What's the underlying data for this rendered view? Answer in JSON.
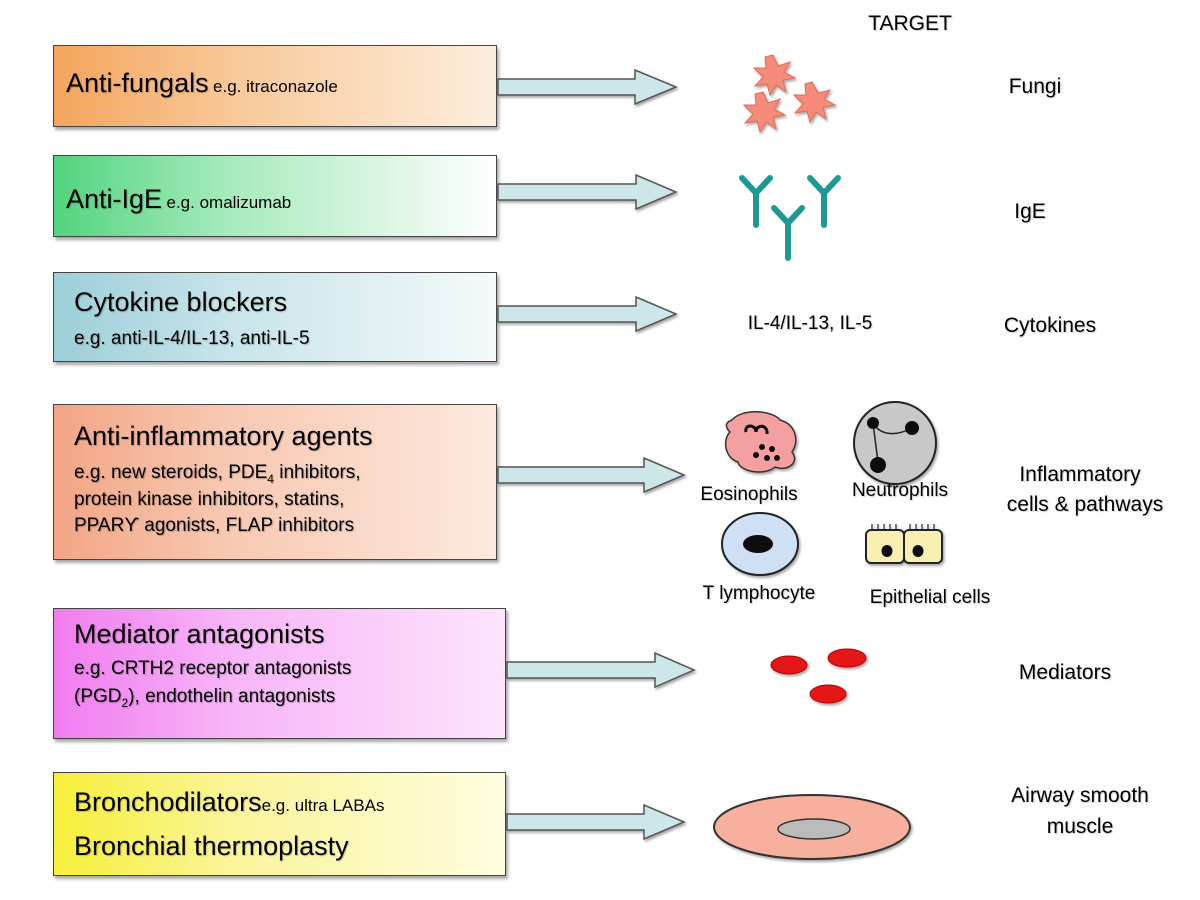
{
  "header": {
    "target": "TARGET"
  },
  "rows": [
    {
      "drug": "Anti-fungals",
      "example": "e.g. itraconazole",
      "target": "Fungi"
    },
    {
      "drug": "Anti-IgE",
      "example": "e.g. omalizumab",
      "target": "IgE"
    },
    {
      "drug": "Cytokine blockers",
      "example": "e.g. anti-IL-4/IL-13, anti-IL-5",
      "mid_label": "IL-4/IL-13, IL-5",
      "target": "Cytokines"
    },
    {
      "drug": "Anti-inflammatory agents",
      "example_lines": {
        "l1a": "e.g. new steroids, PDE",
        "l1sub": "4",
        "l1b": " inhibitors,",
        "l2": "protein kinase inhibitors, statins,",
        "l3": "PPARϒ agonists, FLAP inhibitors"
      },
      "cells": [
        "Eosinophils",
        "Neutrophils",
        "T lymphocyte",
        "Epithelial cells"
      ],
      "target_lines": [
        "Inflammatory",
        "cells & pathways"
      ]
    },
    {
      "drug": "Mediator antagonists",
      "example_lines": {
        "l1": "e.g. CRTH2 receptor antagonists",
        "l2a": "(PGD",
        "l2sub": "2",
        "l2b": "), endothelin antagonists"
      },
      "target": "Mediators"
    },
    {
      "drug": "Bronchodilators",
      "example": "e.g. ultra LABAs",
      "drug2": "Bronchial thermoplasty",
      "target_lines": [
        "Airway smooth",
        "muscle"
      ]
    }
  ],
  "colors": {
    "antifungal": "#f4a55c",
    "antiige": "#52d47e",
    "cytokine": "#9ccfd9",
    "antiinflammatory": "#f2a584",
    "mediator": "#f07cf0",
    "bronchodilator": "#f6ef3a",
    "arrow_fill": "#cce6ea",
    "fungi": "#f58b78",
    "ige": "#1a9a93",
    "mediator_dot": "#e51515",
    "muscle": "#f7b09d"
  },
  "icons": [
    "fungi-icon",
    "ige-antibody-icon",
    "eosinophil-icon",
    "neutrophil-icon",
    "t-lymphocyte-icon",
    "epithelial-cells-icon",
    "mediator-icon",
    "airway-icon"
  ]
}
